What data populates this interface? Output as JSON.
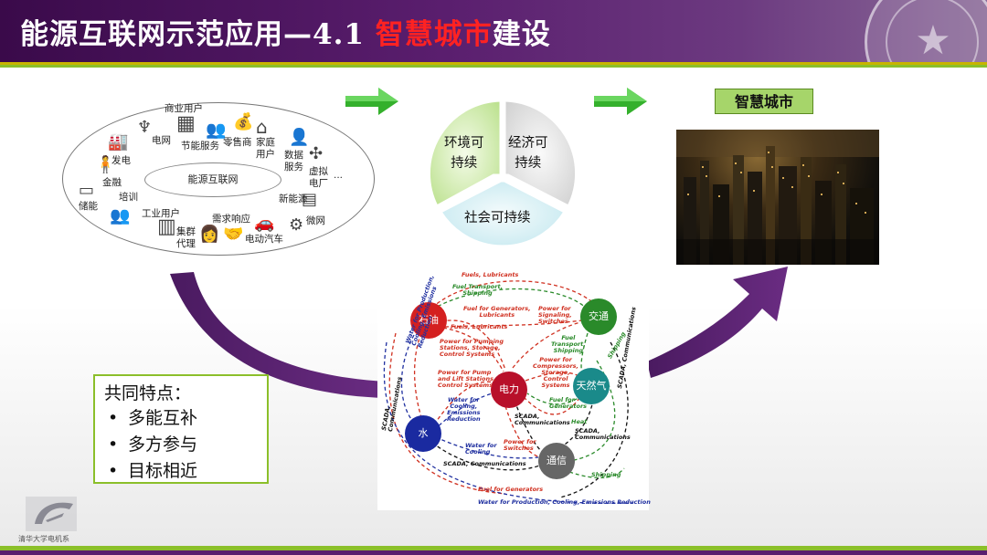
{
  "header": {
    "title_part1": "能源互联网示范应用—",
    "title_num": "4.1",
    "title_highlight": "智慧城市",
    "title_part2": "建设"
  },
  "ellipse": {
    "center": "能源互联网",
    "labels": {
      "commercial": "商业用户",
      "grid": "电网",
      "energy_service": "节能服务",
      "retailer": "零售商",
      "home": "家庭\n用户",
      "generation": "发电",
      "finance": "金融",
      "data_service": "数据\n服务",
      "virtual_plant": "虚拟\n电厂",
      "ellipsis": "...",
      "storage": "储能",
      "training": "培训",
      "new_energy": "新能源",
      "industrial": "工业用户",
      "demand": "需求响应",
      "microgrid": "微网",
      "cluster": "集群\n代理",
      "ev": "电动汽车"
    }
  },
  "sustainability": {
    "env": "环境可\n持续",
    "econ": "经济可\n持续",
    "social": "社会可持续"
  },
  "smart_city": {
    "label": "智慧城市"
  },
  "features": {
    "title": "共同特点：",
    "items": [
      "多能互补",
      "多方参与",
      "目标相近"
    ],
    "bullet": "•"
  },
  "network": {
    "nodes": {
      "oil": "石油",
      "transport": "交通",
      "power": "电力",
      "gas": "天然气",
      "water": "水",
      "comm": "通信"
    },
    "labels": {
      "l1": "Fuels, Lubricants",
      "l2": "Fuel Transport,\nShipping",
      "l3": "Fuel for Generators,\nLubricants",
      "l4": "Fuels, Lubricants",
      "l5": "Power for\nSignaling,\nSwitches",
      "l6": "Power for Pumping\nStations, Storage,\nControl Systems",
      "l7": "Fuel\nTransport,\nShipping",
      "l8": "Shipping",
      "l9": "Water for Production,\nCooling, Emissions\nReduction",
      "l10": "Power for Pump\nand Lift Stations,\nControl Systems",
      "l11": "Power for\nCompressors,\nStorage,\nControl\nSystems",
      "l12": "SCADA,\nCommunications",
      "l13": "SCADA, Communications",
      "l14": "Water for\nCooling,\nEmissions\nReduction",
      "l15": "Fuel for\nGenerators",
      "l16": "SCADA,\nCommunications",
      "l17": "Heat",
      "l18": "SCADA,\nCommunications",
      "l19": "Water for\nCooling",
      "l20": "Power for\nSwitches",
      "l21": "SCADA, Communications",
      "l22": "Shipping",
      "l23": "Fuel for Generators",
      "l24": "Water for Production, Cooling, Emissions Reduction"
    }
  },
  "logo": {
    "text": "清华大学电机系"
  },
  "colors": {
    "header": "#5a1e6e",
    "accent_green": "#8bbf2a",
    "highlight_red": "#ff2222",
    "oil": "#d42020",
    "transport": "#2a8a2a",
    "power": "#b8102a",
    "gas": "#1a8a8a",
    "water": "#1a2aa0",
    "comm": "#666666"
  }
}
